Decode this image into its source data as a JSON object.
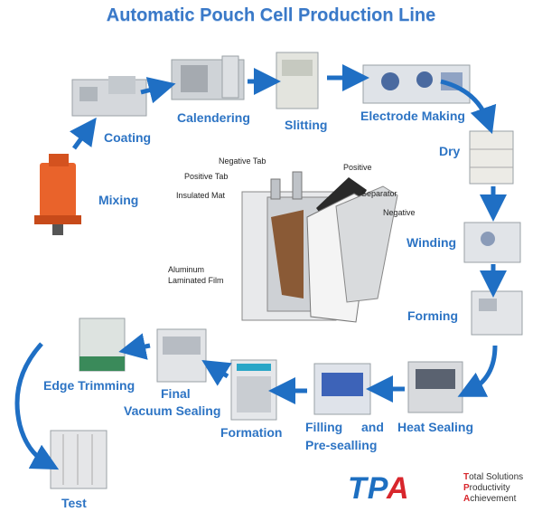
{
  "title": "Automatic Pouch Cell Production Line",
  "steps": {
    "mixing": "Mixing",
    "coating": "Coating",
    "calendering": "Calendering",
    "slitting": "Slitting",
    "electrode_making": "Electrode Making",
    "dry": "Dry",
    "winding": "Winding",
    "forming": "Forming",
    "heat_sealing": "Heat Sealing",
    "filling_line1": "Filling",
    "filling_and": "and",
    "filling_line2": "Pre-sealling",
    "formation": "Formation",
    "final_line1": "Final",
    "final_line2": "Vacuum Sealing",
    "edge_trimming": "Edge Trimming",
    "test": "Test"
  },
  "cell_diagram": {
    "negative_tab": "Negative Tab",
    "positive_tab": "Positive Tab",
    "insulated_mat": "Insulated Mat",
    "aluminum_line1": "Aluminum",
    "aluminum_line2": "Laminated Film",
    "positive": "Positive",
    "separator": "Separator",
    "negative": "Negative"
  },
  "logo": {
    "mark_main": "TP",
    "mark_accent": "A",
    "slogan_1_initial": "T",
    "slogan_1_rest": "otal Solutions",
    "slogan_2_initial": "P",
    "slogan_2_rest": "roductivity",
    "slogan_3_initial": "A",
    "slogan_3_rest": "chievement"
  },
  "colors": {
    "label_blue": "#2d74c4",
    "arrow_blue": "#1f6fc4",
    "title_blue": "#3a79c8",
    "logo_red": "#d8262c"
  }
}
